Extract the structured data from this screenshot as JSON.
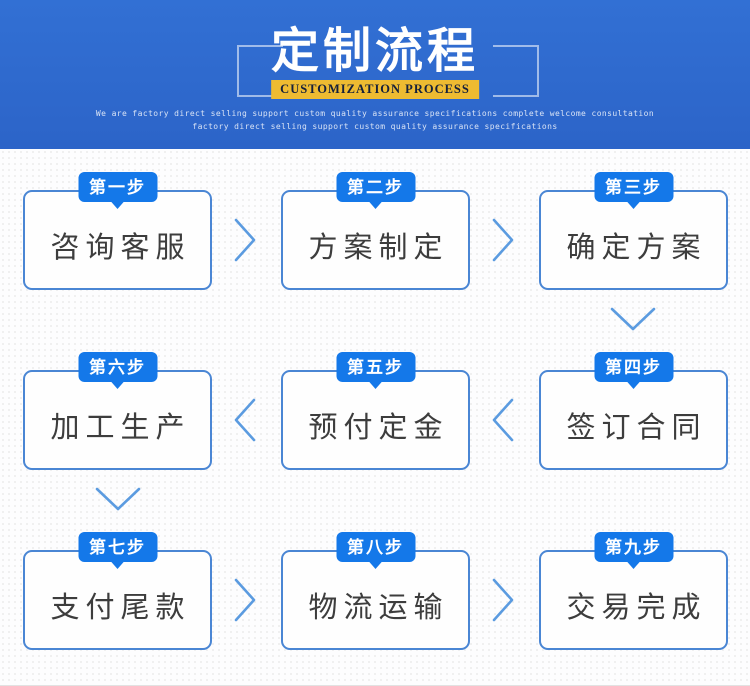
{
  "banner": {
    "title": "定制流程",
    "subtitle": "CUSTOMIZATION PROCESS",
    "tagline_line1": "We are factory direct selling support custom quality assurance specifications complete welcome consultation",
    "tagline_line2": "factory direct selling support custom quality assurance specifications",
    "colors": {
      "background": "#2e69cd",
      "title_text": "#ffffff",
      "subtitle_bg": "#eebb31",
      "subtitle_text": "#16203a"
    }
  },
  "flow": {
    "steps": [
      {
        "step": "第一步",
        "label": "咨询客服"
      },
      {
        "step": "第二步",
        "label": "方案制定"
      },
      {
        "step": "第三步",
        "label": "确定方案"
      },
      {
        "step": "第四步",
        "label": "签订合同"
      },
      {
        "step": "第五步",
        "label": "预付定金"
      },
      {
        "step": "第六步",
        "label": "加工生产"
      },
      {
        "step": "第七步",
        "label": "支付尾款"
      },
      {
        "step": "第八步",
        "label": "物流运输"
      },
      {
        "step": "第九步",
        "label": "交易完成"
      }
    ],
    "colors": {
      "tab_bg": "#1478e9",
      "box_border": "#4a86d4",
      "arrow": "#5b9be0",
      "label_text": "#3d3d3d"
    }
  }
}
